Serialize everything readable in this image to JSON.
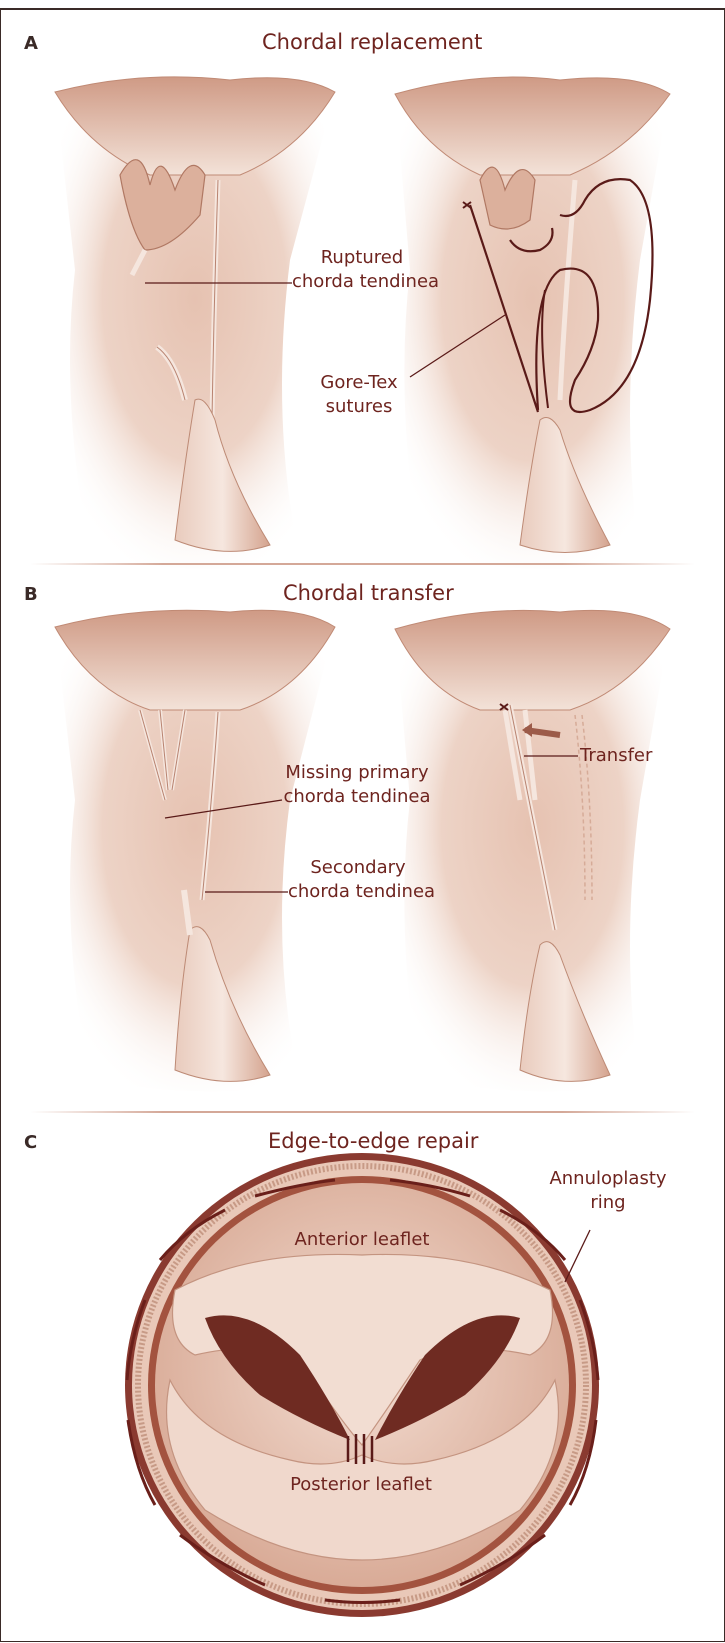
{
  "panels": {
    "a": {
      "letter": "A",
      "title": "Chordal replacement",
      "label_ruptured": [
        "Ruptured",
        "chorda tendinea"
      ],
      "label_goretex": [
        "Gore-Tex",
        "sutures"
      ]
    },
    "b": {
      "letter": "B",
      "title": "Chordal transfer",
      "label_missing": [
        "Missing primary",
        "chorda tendinea"
      ],
      "label_secondary": [
        "Secondary",
        "chorda tendinea"
      ],
      "label_transfer": "Transfer"
    },
    "c": {
      "letter": "C",
      "title": "Edge-to-edge repair",
      "label_ring": [
        "Annuloplasty",
        "ring"
      ],
      "label_anterior": "Anterior leaflet",
      "label_posterior": "Posterior leaflet"
    }
  },
  "colors": {
    "tissue_light": "#f1ddd2",
    "tissue_mid": "#ddb19d",
    "tissue_dark": "#a86c56",
    "label_text": "#6e241f",
    "suture": "#5a1a18"
  }
}
